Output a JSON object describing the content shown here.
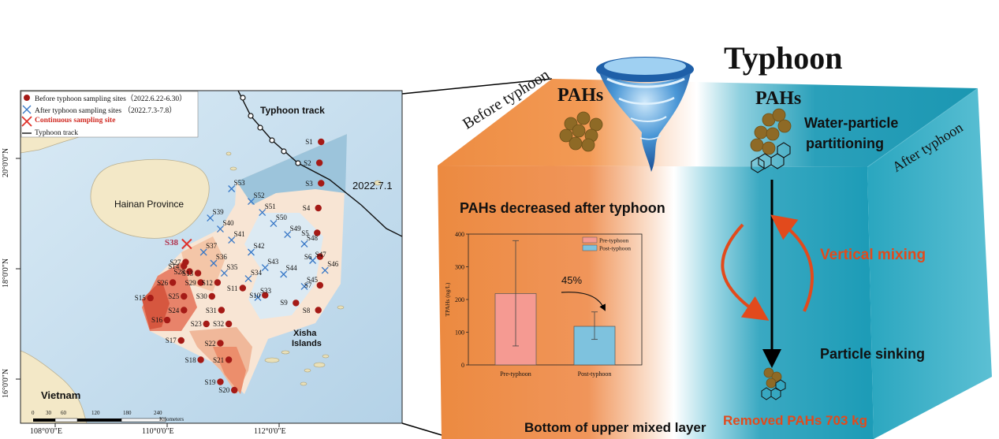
{
  "map": {
    "legend": {
      "before": "Before typhoon sampling sites（2022.6.22-6.30）",
      "after": "After typhoon sampling sites （2022.7.3-7.8）",
      "continuous": "Continuous sampling site",
      "track": "Typhoon track"
    },
    "track_label": "Typhoon track",
    "date_label": "2022.7.1",
    "province_label": "Hainan Province",
    "vietnam_label": "Vietnam",
    "xisha_label_1": "Xisha",
    "xisha_label_2": "Islands",
    "lat_labels": [
      "20°0'0\"N",
      "18°0'0\"N",
      "16°0'0\"N"
    ],
    "lon_labels": [
      "108°0'0\"E",
      "110°0'0\"E",
      "112°0'0\"E"
    ],
    "scale_ticks": [
      "0",
      "30",
      "60",
      "120",
      "180",
      "240"
    ],
    "scale_unit": "Kilometers",
    "continuous_site": "S38",
    "before_sites": [
      {
        "id": "S1",
        "lon": 112.75,
        "lat": 20.3
      },
      {
        "id": "S2",
        "lon": 112.72,
        "lat": 19.92
      },
      {
        "id": "S3",
        "lon": 112.75,
        "lat": 19.55
      },
      {
        "id": "S4",
        "lon": 112.7,
        "lat": 19.1
      },
      {
        "id": "S5",
        "lon": 112.68,
        "lat": 18.65
      },
      {
        "id": "S6",
        "lon": 112.73,
        "lat": 18.22
      },
      {
        "id": "S7",
        "lon": 112.73,
        "lat": 17.7
      },
      {
        "id": "S8",
        "lon": 112.7,
        "lat": 17.25
      },
      {
        "id": "S9",
        "lon": 112.3,
        "lat": 17.38
      },
      {
        "id": "S10",
        "lon": 111.75,
        "lat": 17.52
      },
      {
        "id": "S11",
        "lon": 111.35,
        "lat": 17.65
      },
      {
        "id": "S12",
        "lon": 110.9,
        "lat": 17.75
      },
      {
        "id": "S13",
        "lon": 110.55,
        "lat": 17.92
      },
      {
        "id": "S14",
        "lon": 110.3,
        "lat": 18.05
      },
      {
        "id": "S15",
        "lon": 109.7,
        "lat": 17.47
      },
      {
        "id": "S16",
        "lon": 110.0,
        "lat": 17.07
      },
      {
        "id": "S17",
        "lon": 110.25,
        "lat": 16.7
      },
      {
        "id": "S18",
        "lon": 110.6,
        "lat": 16.35
      },
      {
        "id": "S19",
        "lon": 110.95,
        "lat": 15.95
      },
      {
        "id": "S20",
        "lon": 111.2,
        "lat": 15.8
      },
      {
        "id": "S21",
        "lon": 111.1,
        "lat": 16.35
      },
      {
        "id": "S22",
        "lon": 110.95,
        "lat": 16.65
      },
      {
        "id": "S23",
        "lon": 110.7,
        "lat": 17.0
      },
      {
        "id": "S24",
        "lon": 110.3,
        "lat": 17.25
      },
      {
        "id": "S25",
        "lon": 110.3,
        "lat": 17.5
      },
      {
        "id": "S26",
        "lon": 110.1,
        "lat": 17.75
      },
      {
        "id": "S27",
        "lon": 110.33,
        "lat": 18.12
      },
      {
        "id": "S28",
        "lon": 110.4,
        "lat": 17.95
      },
      {
        "id": "S29",
        "lon": 110.6,
        "lat": 17.75
      },
      {
        "id": "S30",
        "lon": 110.8,
        "lat": 17.5
      },
      {
        "id": "S31",
        "lon": 110.97,
        "lat": 17.25
      },
      {
        "id": "S32",
        "lon": 111.1,
        "lat": 17.0
      }
    ],
    "after_sites": [
      {
        "id": "S33",
        "lon": 111.62,
        "lat": 17.48
      },
      {
        "id": "S34",
        "lon": 111.45,
        "lat": 17.82
      },
      {
        "id": "S35",
        "lon": 111.02,
        "lat": 17.92
      },
      {
        "id": "S36",
        "lon": 110.83,
        "lat": 18.1
      },
      {
        "id": "S37",
        "lon": 110.65,
        "lat": 18.3
      },
      {
        "id": "S39",
        "lon": 110.77,
        "lat": 18.92
      },
      {
        "id": "S40",
        "lon": 110.95,
        "lat": 18.72
      },
      {
        "id": "S41",
        "lon": 111.15,
        "lat": 18.52
      },
      {
        "id": "S42",
        "lon": 111.5,
        "lat": 18.3
      },
      {
        "id": "S43",
        "lon": 111.75,
        "lat": 18.02
      },
      {
        "id": "S44",
        "lon": 112.08,
        "lat": 17.9
      },
      {
        "id": "S45",
        "lon": 112.45,
        "lat": 17.68
      },
      {
        "id": "S46",
        "lon": 112.82,
        "lat": 17.97
      },
      {
        "id": "S47",
        "lon": 112.6,
        "lat": 18.15
      },
      {
        "id": "S48",
        "lon": 112.45,
        "lat": 18.45
      },
      {
        "id": "S49",
        "lon": 112.15,
        "lat": 18.62
      },
      {
        "id": "S50",
        "lon": 111.9,
        "lat": 18.82
      },
      {
        "id": "S51",
        "lon": 111.7,
        "lat": 19.02
      },
      {
        "id": "S52",
        "lon": 111.5,
        "lat": 19.22
      },
      {
        "id": "S53",
        "lon": 111.15,
        "lat": 19.45
      }
    ]
  },
  "cube": {
    "title": "Typhoon",
    "pahs_left": "PAHs",
    "pahs_right": "PAHs",
    "before_label": "Before typhoon",
    "after_label": "After typhoon",
    "partition_1": "Water-particle",
    "partition_2": "partitioning",
    "vertical_mixing": "Vertical mixing",
    "particle_sinking": "Particle sinking",
    "removed": "Removed PAHs 703 kg",
    "bottom_label": "Bottom of upper mixed layer",
    "decreased_title": "PAHs decreased after typhoon",
    "percent": "45%"
  },
  "chart_data": {
    "type": "bar",
    "categories": [
      "Pre-typhoon",
      "Post-typhoon"
    ],
    "values": [
      218,
      118
    ],
    "error_low": [
      58,
      78
    ],
    "error_high": [
      380,
      162
    ],
    "ylabel": "TPAHs (ng/L)",
    "ylim": [
      0,
      400
    ],
    "yticks": [
      "0",
      "100",
      "200",
      "300",
      "400"
    ],
    "legend": [
      "Pre-typhoon",
      "Post-typhoon"
    ],
    "colors": [
      "#f59a92",
      "#7ec2de"
    ]
  },
  "colors": {
    "before_dot": "#a51a16",
    "after_cross": "#3777c6",
    "continuous_cross": "#e0322a",
    "arrow_red": "#e24a1c",
    "orange_front": "#ef8f46",
    "teal_front": "#1d9cb7"
  }
}
